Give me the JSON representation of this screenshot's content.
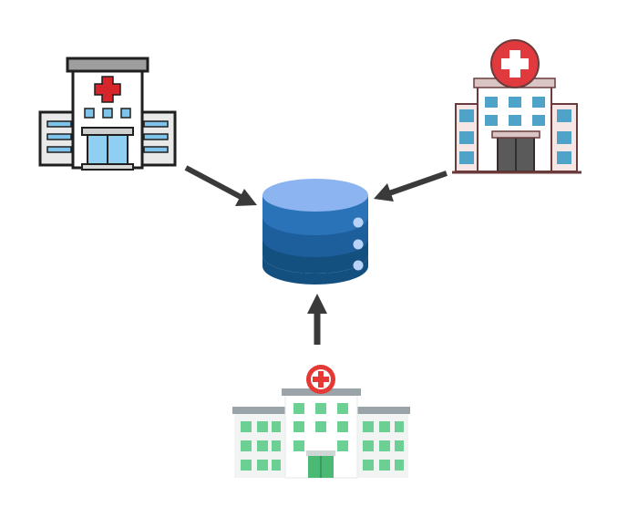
{
  "diagram": {
    "nodes": [
      {
        "id": "hospital-top-left",
        "icon": "hospital-icon",
        "style": "flat-gray",
        "cross_color": "#d7262b"
      },
      {
        "id": "hospital-top-right",
        "icon": "hospital-icon",
        "style": "brick-pink",
        "cross_color": "#e03a3e"
      },
      {
        "id": "hospital-bottom",
        "icon": "hospital-icon",
        "style": "green-windows",
        "cross_color": "#e53935"
      },
      {
        "id": "central-database",
        "icon": "database-icon",
        "colors": [
          "#8cb4f0",
          "#2a73b8",
          "#1d5f9c",
          "#14507f"
        ]
      }
    ],
    "edges": [
      {
        "from": "hospital-top-left",
        "to": "central-database"
      },
      {
        "from": "hospital-top-right",
        "to": "central-database"
      },
      {
        "from": "hospital-bottom",
        "to": "central-database"
      }
    ],
    "arrow_color": "#3a3a3a"
  }
}
